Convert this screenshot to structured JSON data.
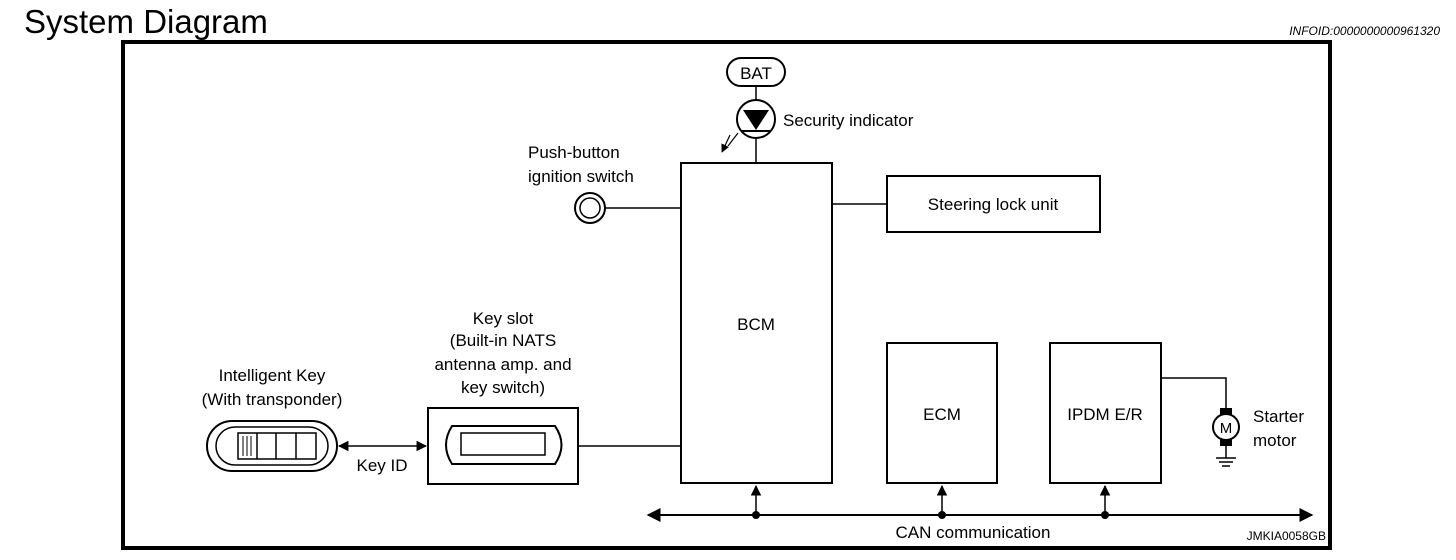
{
  "page": {
    "title": "System Diagram",
    "info_id": "INFOID:0000000000961320"
  },
  "diagram": {
    "bat": "BAT",
    "security_indicator": "Security indicator",
    "push_button": [
      "Push-button",
      "ignition switch"
    ],
    "bcm": "BCM",
    "steering_lock": "Steering lock unit",
    "key_slot": [
      "Key slot",
      "(Built-in NATS",
      "antenna amp. and",
      "key switch)"
    ],
    "intelligent_key": [
      "Intelligent Key",
      "(With transponder)"
    ],
    "key_id": "Key ID",
    "ecm": "ECM",
    "ipdm": "IPDM E/R",
    "starter_motor": [
      "Starter",
      "motor"
    ],
    "motor_symbol": "M",
    "can": "CAN communication",
    "ref_code": "JMKIA0058GB"
  }
}
